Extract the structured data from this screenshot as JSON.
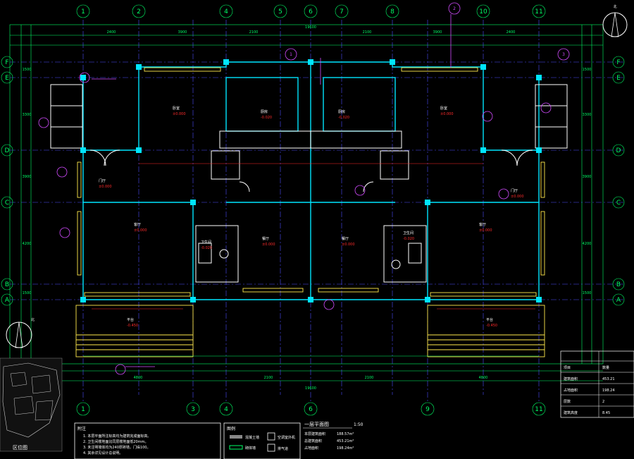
{
  "drawing": {
    "plan_title": "一层平面图",
    "plan_scale": "1:50",
    "compass_label": "北",
    "site_plan_label": "区位图",
    "notes_title": "附注",
    "notes": [
      "1. 本层平面所注标高均为建筑完成面标高。",
      "2. 卫生间楼地面比同层楼地面低20mm。",
      "3. 未注明墙体均为240厚砖墙，门垛100。",
      "4. 其余详见设计总说明。"
    ],
    "legend_title": "图例",
    "legend_items": [
      "混凝土墙",
      "砌体墙",
      "空调室外机",
      "排气道"
    ],
    "area_rows": [
      {
        "label": "本层建筑面积",
        "value": "188.57m²"
      },
      {
        "label": "总建筑面积",
        "value": "453.21m²"
      },
      {
        "label": "占地面积",
        "value": "198.24m²"
      }
    ],
    "axes_top": [
      "1",
      "2",
      "4",
      "5",
      "6",
      "7",
      "8",
      "10",
      "11"
    ],
    "axes_bottom": [
      "1",
      "3",
      "4",
      "6",
      "9",
      "11"
    ],
    "axes_side": [
      "F",
      "E",
      "D",
      "C",
      "B",
      "A"
    ],
    "top_dims": [
      "2400",
      "3900",
      "2100",
      "2100",
      "3900",
      "2400"
    ],
    "top_total": "19600",
    "bottom_dims": [
      "4800",
      "2100",
      "2100",
      "4800"
    ],
    "bottom_total": "19600",
    "side_dims": [
      "1500",
      "3300",
      "3900",
      "4200",
      "1500"
    ],
    "rooms": [
      {
        "name": "卧室",
        "level": "±0.000"
      },
      {
        "name": "厨房",
        "level": "-0.020"
      },
      {
        "name": "厨房",
        "level": "-0.020"
      },
      {
        "name": "卧室",
        "level": "±0.000"
      },
      {
        "name": "客厅",
        "level": "±0.000"
      },
      {
        "name": "餐厅",
        "level": "±0.000"
      },
      {
        "name": "餐厅",
        "level": "±0.000"
      },
      {
        "name": "客厅",
        "level": "±0.000"
      },
      {
        "name": "门厅",
        "level": "±0.000"
      },
      {
        "name": "门厅",
        "level": "±0.000"
      },
      {
        "name": "卫生间",
        "level": "-0.020"
      },
      {
        "name": "卫生间",
        "level": "-0.020"
      },
      {
        "name": "平台",
        "level": "-0.450"
      },
      {
        "name": "平台",
        "level": "-0.450"
      }
    ],
    "section_marks": [
      "1",
      "2",
      "3"
    ],
    "table_rows": [
      {
        "k": "项目",
        "v": "数量"
      },
      {
        "k": "建筑面积",
        "v": "453.21"
      },
      {
        "k": "占地面积",
        "v": "198.24"
      },
      {
        "k": "层数",
        "v": "2"
      },
      {
        "k": "建筑高度",
        "v": "8.45"
      }
    ]
  }
}
